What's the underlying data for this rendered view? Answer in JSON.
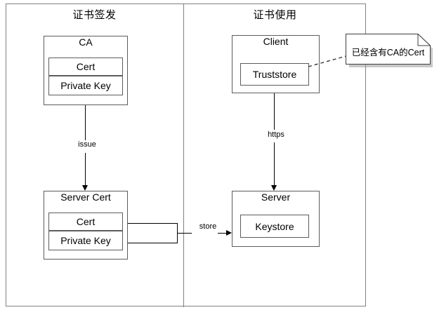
{
  "diagram": {
    "panels": [
      {
        "id": "issuance",
        "title": "证书签发"
      },
      {
        "id": "usage",
        "title": "证书使用"
      }
    ],
    "nodes": {
      "ca": {
        "title": "CA",
        "rows": [
          "Cert",
          "Private Key"
        ]
      },
      "server_cert": {
        "title": "Server Cert",
        "rows": [
          "Cert",
          "Private Key"
        ]
      },
      "client": {
        "title": "Client",
        "rows": [
          "Truststore"
        ]
      },
      "server": {
        "title": "Server",
        "rows": [
          "Keystore"
        ]
      }
    },
    "edges": {
      "issue": "issue",
      "https": "https",
      "store": "store"
    },
    "note": {
      "text": "已经含有CA的Cert"
    },
    "colors": {
      "frame": "#808080",
      "box_border": "#5c5c5c",
      "line": "#000000",
      "note_border": "#5c5c5c",
      "note_shadow": "#9a9a9a",
      "background": "#ffffff"
    }
  }
}
